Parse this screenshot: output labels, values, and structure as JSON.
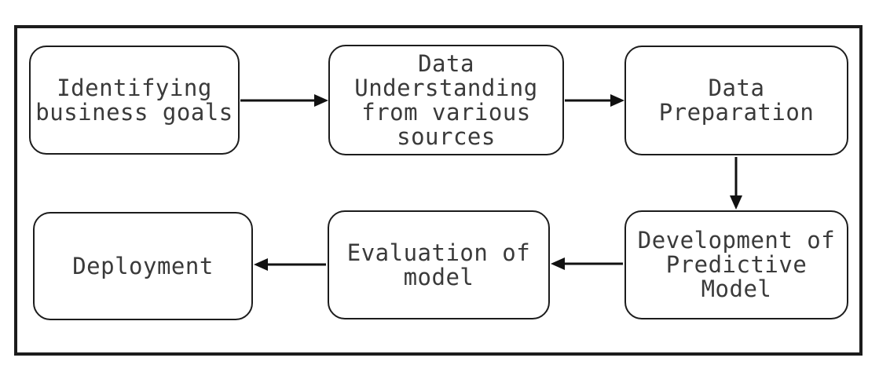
{
  "diagram": {
    "nodes": [
      {
        "id": "identifying-business-goals",
        "label": [
          "Identifying",
          "business goals"
        ]
      },
      {
        "id": "data-understanding",
        "label": [
          "Data",
          "Understanding",
          "from various",
          "sources"
        ]
      },
      {
        "id": "data-preparation",
        "label": [
          "Data",
          "Preparation"
        ]
      },
      {
        "id": "development-of-predictive-model",
        "label": [
          "Development of",
          "Predictive",
          "Model"
        ]
      },
      {
        "id": "evaluation-of-model",
        "label": [
          "Evaluation of",
          "model"
        ]
      },
      {
        "id": "deployment",
        "label": [
          "Deployment"
        ]
      }
    ],
    "edges": [
      {
        "from": "identifying-business-goals",
        "to": "data-understanding",
        "direction": "right"
      },
      {
        "from": "data-understanding",
        "to": "data-preparation",
        "direction": "right"
      },
      {
        "from": "data-preparation",
        "to": "development-of-predictive-model",
        "direction": "down"
      },
      {
        "from": "development-of-predictive-model",
        "to": "evaluation-of-model",
        "direction": "left"
      },
      {
        "from": "evaluation-of-model",
        "to": "deployment",
        "direction": "left"
      }
    ],
    "colors": {
      "background": "#ffffff",
      "box_fill": "#ffffff",
      "box_border": "#1c1c1c",
      "frame_border": "#1c1c1c",
      "text": "#3a3a3a",
      "arrow": "#111111"
    }
  }
}
